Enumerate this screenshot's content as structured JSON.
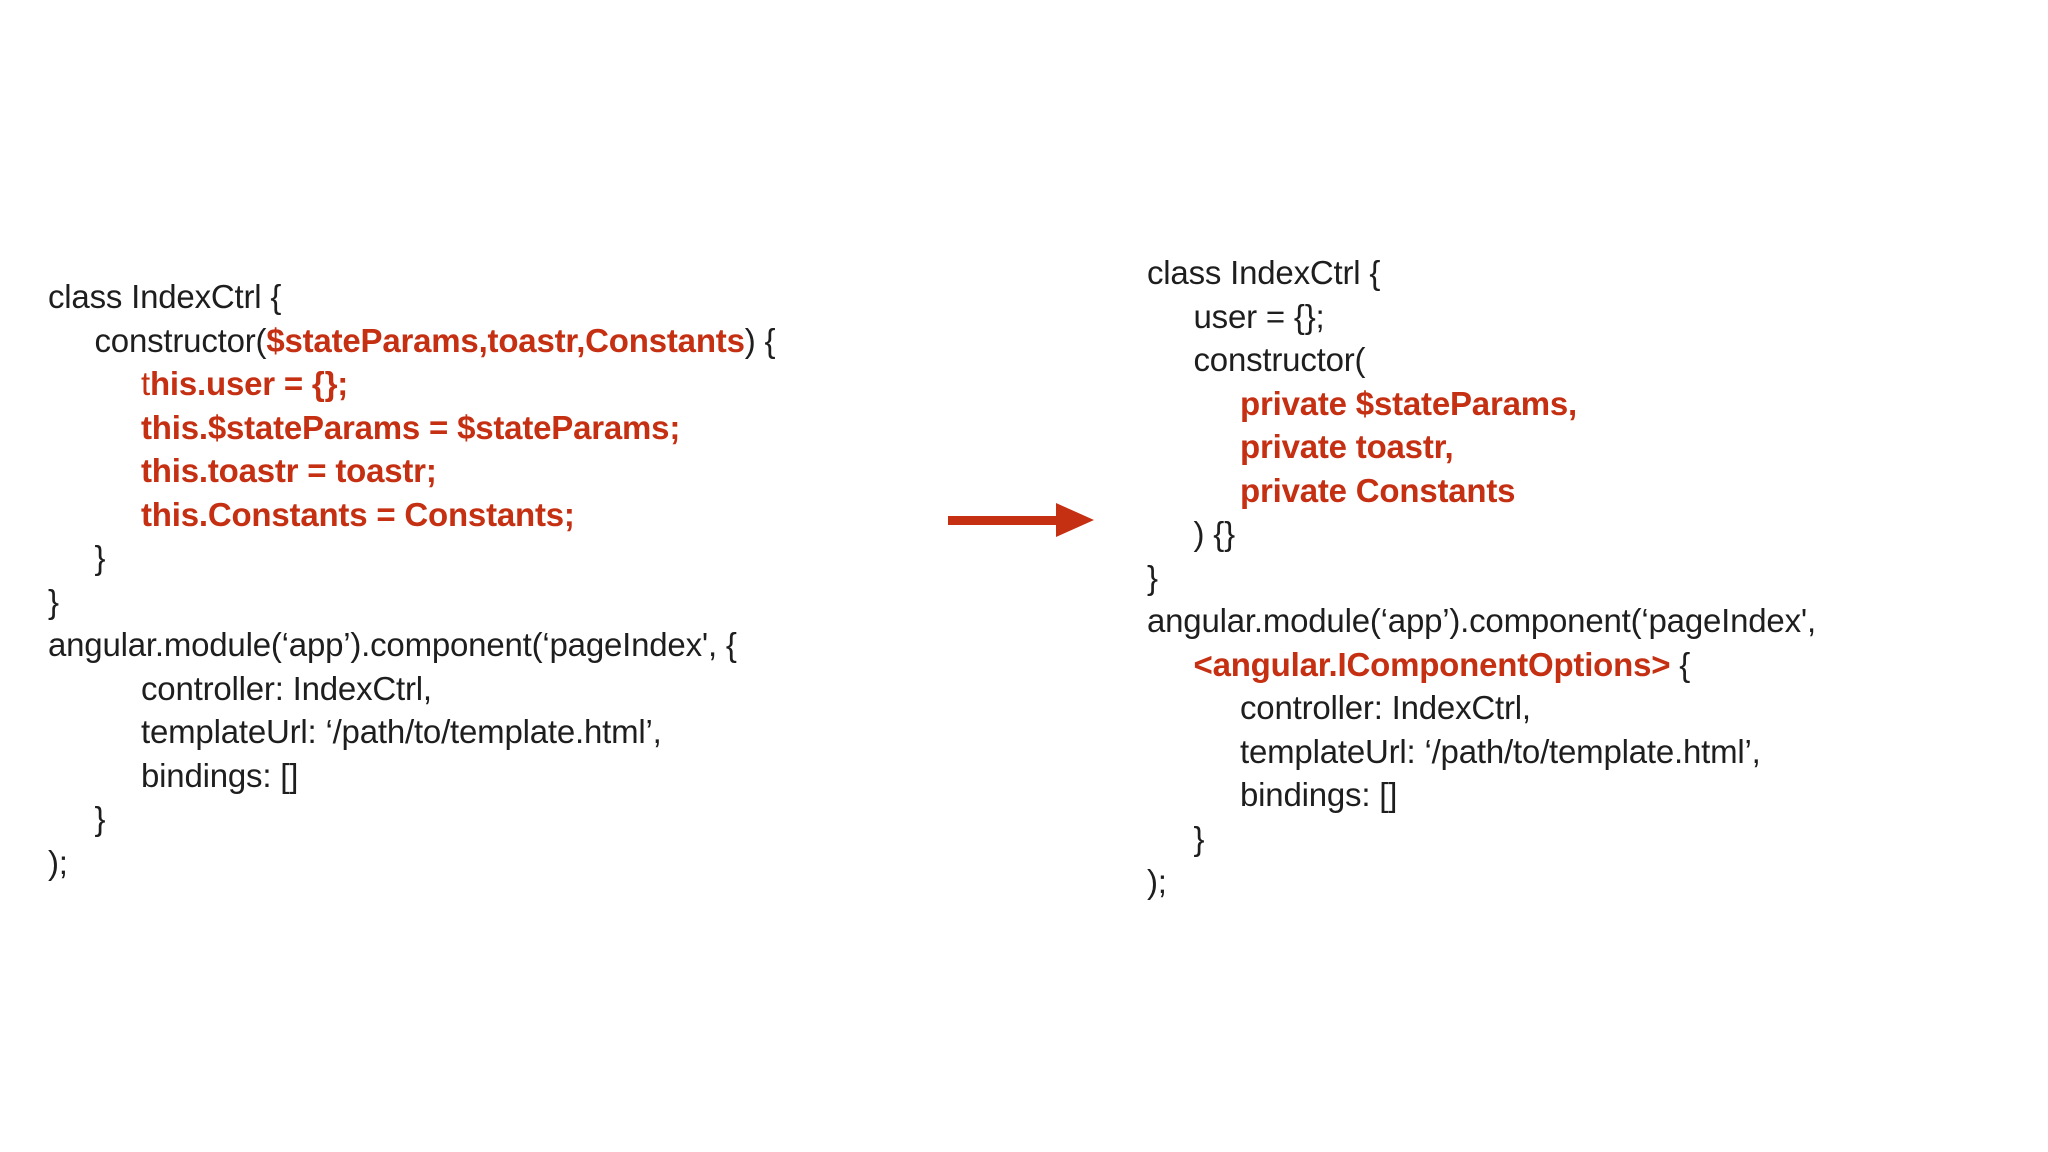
{
  "colors": {
    "accent_red": "#c52f12",
    "code_black": "#1e1e1e",
    "background": "#ffffff"
  },
  "arrow": {
    "direction": "right"
  },
  "left_code": {
    "lines": [
      {
        "indent": 0,
        "segments": [
          {
            "t": "class IndexCtrl {",
            "s": "p"
          }
        ]
      },
      {
        "indent": 1,
        "segments": [
          {
            "t": "constructor(",
            "s": "p"
          },
          {
            "t": "$stateParams,toastr,Constants",
            "s": "b"
          },
          {
            "t": ") {",
            "s": "p"
          }
        ]
      },
      {
        "indent": 2,
        "segments": [
          {
            "t": "t",
            "s": "r"
          },
          {
            "t": "his.user = {};",
            "s": "b"
          }
        ]
      },
      {
        "indent": 2,
        "segments": [
          {
            "t": "this.$stateParams = $stateParams;",
            "s": "b"
          }
        ]
      },
      {
        "indent": 2,
        "segments": [
          {
            "t": "this.toastr = toastr;",
            "s": "b"
          }
        ]
      },
      {
        "indent": 2,
        "segments": [
          {
            "t": "this.Constants = Constants;",
            "s": "b"
          }
        ]
      },
      {
        "indent": 1,
        "segments": [
          {
            "t": "}",
            "s": "p"
          }
        ]
      },
      {
        "indent": 0,
        "segments": [
          {
            "t": "}",
            "s": "p"
          }
        ]
      },
      {
        "indent": 0,
        "segments": [
          {
            "t": "angular.module(‘app’).component(‘pageIndex', {",
            "s": "p"
          }
        ]
      },
      {
        "indent": 2,
        "segments": [
          {
            "t": "controller: IndexCtrl,",
            "s": "p"
          }
        ]
      },
      {
        "indent": 2,
        "segments": [
          {
            "t": "templateUrl: ‘/path/to/template.html’,",
            "s": "p"
          }
        ]
      },
      {
        "indent": 2,
        "segments": [
          {
            "t": "bindings: []",
            "s": "p"
          }
        ]
      },
      {
        "indent": 1,
        "segments": [
          {
            "t": "}",
            "s": "p"
          }
        ]
      },
      {
        "indent": 0,
        "segments": [
          {
            "t": ");",
            "s": "p"
          }
        ]
      }
    ]
  },
  "right_code": {
    "lines": [
      {
        "indent": 0,
        "segments": [
          {
            "t": "class IndexCtrl {",
            "s": "p"
          }
        ]
      },
      {
        "indent": 1,
        "segments": [
          {
            "t": "user = {};",
            "s": "p"
          }
        ]
      },
      {
        "indent": 1,
        "segments": [
          {
            "t": "constructor(",
            "s": "p"
          }
        ]
      },
      {
        "indent": 2,
        "segments": [
          {
            "t": "private $stateParams,",
            "s": "b"
          }
        ]
      },
      {
        "indent": 2,
        "segments": [
          {
            "t": "private toastr,",
            "s": "b"
          }
        ]
      },
      {
        "indent": 2,
        "segments": [
          {
            "t": "private Constants",
            "s": "b"
          }
        ]
      },
      {
        "indent": 1,
        "segments": [
          {
            "t": ") {}",
            "s": "p"
          }
        ]
      },
      {
        "indent": 0,
        "segments": [
          {
            "t": "}",
            "s": "p"
          }
        ]
      },
      {
        "indent": 0,
        "segments": [
          {
            "t": "angular.module(‘app’).component(‘pageIndex',",
            "s": "p"
          }
        ]
      },
      {
        "indent": 1,
        "segments": [
          {
            "t": "<angular.IComponentOptions>",
            "s": "b"
          },
          {
            "t": " {",
            "s": "p"
          }
        ]
      },
      {
        "indent": 2,
        "segments": [
          {
            "t": "controller: IndexCtrl,",
            "s": "p"
          }
        ]
      },
      {
        "indent": 2,
        "segments": [
          {
            "t": "templateUrl: ‘/path/to/template.html’,",
            "s": "p"
          }
        ]
      },
      {
        "indent": 2,
        "segments": [
          {
            "t": "bindings: []",
            "s": "p"
          }
        ]
      },
      {
        "indent": 1,
        "segments": [
          {
            "t": "}",
            "s": "p"
          }
        ]
      },
      {
        "indent": 0,
        "segments": [
          {
            "t": ");",
            "s": "p"
          }
        ]
      }
    ]
  }
}
